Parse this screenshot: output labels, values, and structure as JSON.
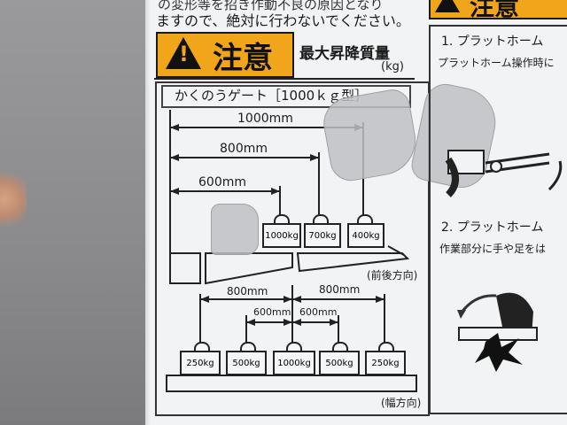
{
  "image": {
    "subject": "weathered warning sticker"
  },
  "top_text": "ますので、絶対に行わないでください。",
  "top_text_partial": "の変形等を招き作動不良の原因となり",
  "caution": {
    "label": "注意"
  },
  "max_load": {
    "title": "最大昇降質量",
    "unit": "(kg)"
  },
  "gate_type": "かくのうゲート［1000ｋｇ型］",
  "front_back": {
    "dims": [
      "1000mm",
      "800mm",
      "600mm"
    ],
    "weights": [
      "1000kg",
      "700kg",
      "400kg"
    ],
    "direction": "(前後方向)"
  },
  "width": {
    "dims": [
      "800mm",
      "800mm",
      "600mm",
      "600mm"
    ],
    "weights": [
      "250kg",
      "500kg",
      "1000kg",
      "500kg",
      "250kg"
    ],
    "direction": "(幅方向)"
  },
  "right_column": {
    "caution_label": "注意",
    "step1_title": "1. プラットホーム",
    "step1_text": "プラットホーム操作時に",
    "step2_title": "2. プラットホーム",
    "step2_text": "作業部分に手や足をは"
  }
}
